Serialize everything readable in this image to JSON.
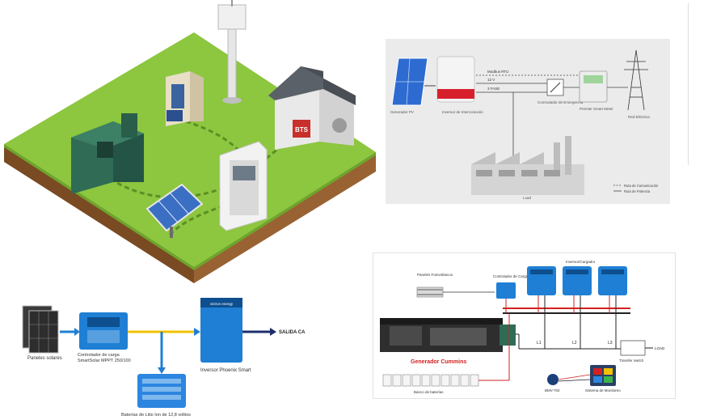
{
  "iso_scene": {
    "bts_label": "BTS"
  },
  "grid_diagram": {
    "modbus_label": "Modbus RTU",
    "dc_label": "12 V",
    "ac_label": "3 FASE",
    "pv_label": "Generador PV",
    "inverter_label": "Inversor de Interconexión",
    "switch_label": "Conmutador de Emergencia",
    "meter_label": "Premier Smart Meter",
    "grid_label": "Red Eléctrica",
    "load_label": "Load",
    "legend_comm": "Ruta de Comunicación",
    "legend_power": "Ruta de Potencia"
  },
  "dc_system": {
    "panels_label": "Paneles solares",
    "controller_label_1": "Controlador de carga",
    "controller_label_2": "SmartSolar MPPT 250/100",
    "inverter_label": "Inversor Phoenix Smart",
    "output_label": "SALIDA CA",
    "battery_label": "Baterías de Litio Ion de 12,8 voltios",
    "brand_label": "victron energy"
  },
  "hybrid_system": {
    "panels_label": "Paneles Fotovoltaicos",
    "controller_label": "Controlador de Carga",
    "inverters_label": "Inversor/Cargador",
    "generator_label": "Generador Cummins",
    "bank_label": "Banco de baterías",
    "bmv_label": "BMV-702",
    "monitor_label": "Sistema de Monitoreo",
    "switch_label": "Transfer switch",
    "load_label": "LOAD",
    "line_labels": [
      "L1",
      "L2",
      "L3"
    ]
  },
  "colors": {
    "grass": "#8dc63f",
    "soil": "#8b5a2b",
    "victron_blue": "#1f7fd4",
    "generator_red": "#d32020",
    "pv_blue": "#3b6fc4"
  }
}
